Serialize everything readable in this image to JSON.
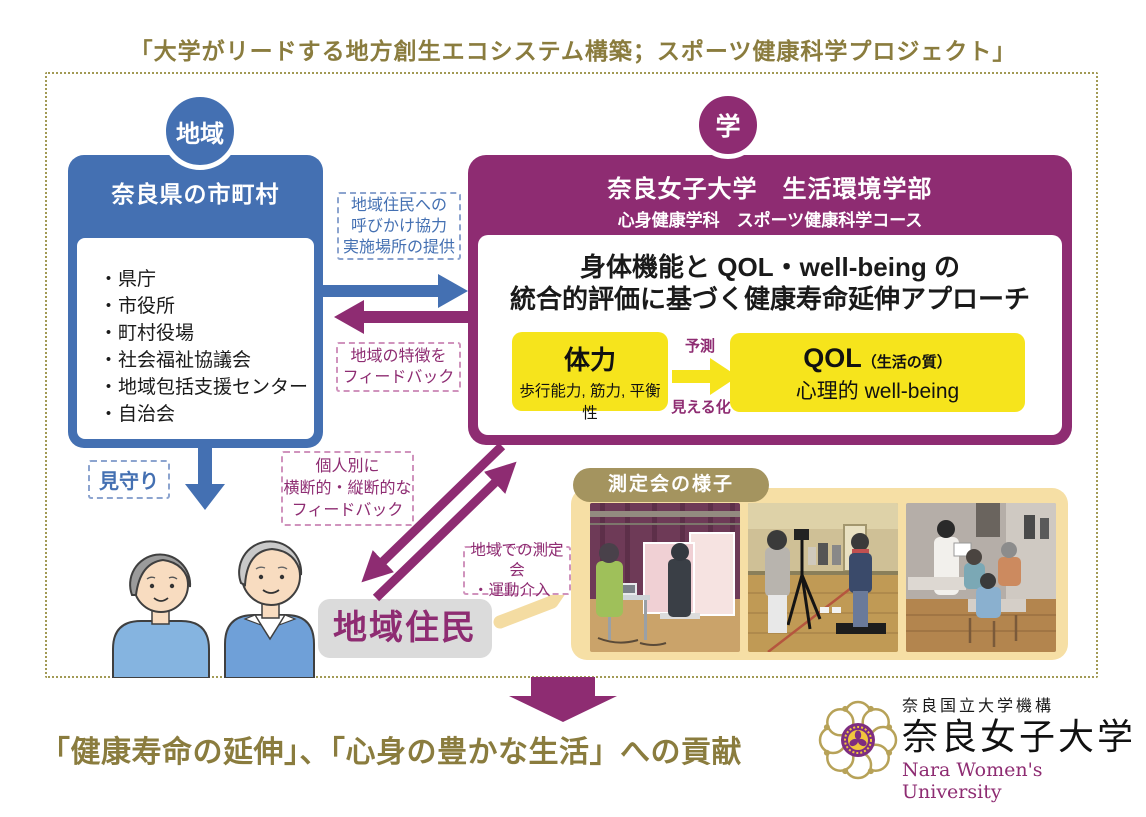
{
  "title": "「大学がリードする地方創生エコシステム構築；スポーツ健康科学プロジェクト」",
  "colors": {
    "blue": "#4470b2",
    "purple": "#8e2c72",
    "yellow": "#f6e41c",
    "olive": "#8a7c3e",
    "tan_panel": "#f6dfa5",
    "gray_box": "#dbdbdb"
  },
  "region": {
    "badge": "地域",
    "box_title": "奈良県の市町村",
    "items": [
      "県庁",
      "市役所",
      "町村役場",
      "社会福祉協議会",
      "地域包括支援センター",
      "自治会"
    ]
  },
  "university": {
    "badge": "学",
    "name_line1": "奈良女子大学　生活環境学部",
    "name_line2": "心身健康学科　スポーツ健康科学コース",
    "approach_line1": "身体機能と QOL・well-being の",
    "approach_line2": "統合的評価に基づく健康寿命延伸アプローチ",
    "fitness_title": "体力",
    "fitness_subtitle": "歩行能力, 筋力, 平衡性",
    "arrow_top_label": "予測",
    "arrow_bottom_label": "見える化",
    "qol_title": "QOL",
    "qol_note": "（生活の質）",
    "qol_subtitle": "心理的 well-being"
  },
  "labels": {
    "call_line1": "地域住民への",
    "call_line2": "呼びかけ協力",
    "call_line3": "実施場所の提供",
    "feedback_line1": "地域の特徴を",
    "feedback_line2": "フィードバック",
    "mimamori": "見守り",
    "personal_line1": "個人別に",
    "personal_line2": "横断的・縦断的な",
    "personal_line3": "フィードバック",
    "measurement_line1": "地域での測定会",
    "measurement_line2": "・運動介入"
  },
  "residents_label": "地域住民",
  "photos_label": "測定会の様子",
  "conclusion": "「健康寿命の延伸」、「心身の豊かな生活」への貢献",
  "logo": {
    "org": "奈良国立大学機構",
    "name": "奈良女子大学",
    "english": "Nara Women's University"
  }
}
